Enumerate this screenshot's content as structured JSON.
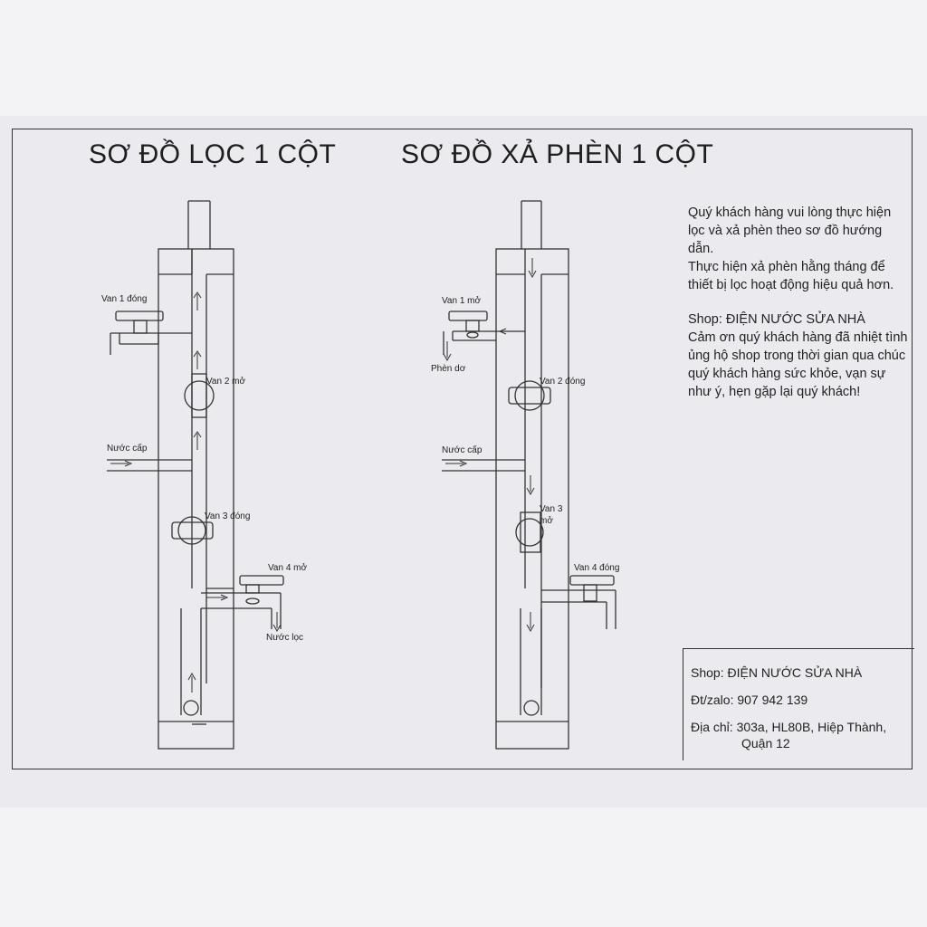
{
  "titles": {
    "filter": "SƠ ĐỒ LỌC 1 CỘT",
    "backwash": "SƠ ĐỒ XẢ PHÈN 1 CỘT"
  },
  "filter_diagram": {
    "valve1": "Van 1 đóng",
    "valve2": "Van 2 mở",
    "valve3": "Van 3 đóng",
    "valve4": "Van 4 mở",
    "inlet": "Nước cấp",
    "outlet": "Nước lọc"
  },
  "backwash_diagram": {
    "valve1": "Van 1 mở",
    "valve2": "Van 2 đóng",
    "valve3a": "Van 3",
    "valve3b": "mở",
    "valve4": "Van 4 đóng",
    "inlet": "Nước cấp",
    "outlet": "Phèn dơ"
  },
  "note": {
    "p1": "Quý khách hàng vui lòng thực hiện lọc và xả phèn theo sơ đồ hướng dẫn.",
    "p1b": "Thực hiện xả phèn hằng tháng để thiết bị lọc hoạt động hiệu quả hơn.",
    "p2a": "Shop: ĐIỆN NƯỚC SỬA NHÀ",
    "p2b": "Cảm ơn quý khách hàng đã nhiệt tình ủng hộ shop trong thời gian qua chúc quý khách hàng sức khỏe, vạn sự như ý, hẹn gặp lại quý khách!"
  },
  "contact": {
    "shop": "Shop: ĐIỆN NƯỚC SỬA NHÀ",
    "phone": "Đt/zalo: 907 942 139",
    "address1": "Địa chỉ: 303a, HL80B, Hiệp Thành,",
    "address2": "Quận 12"
  }
}
